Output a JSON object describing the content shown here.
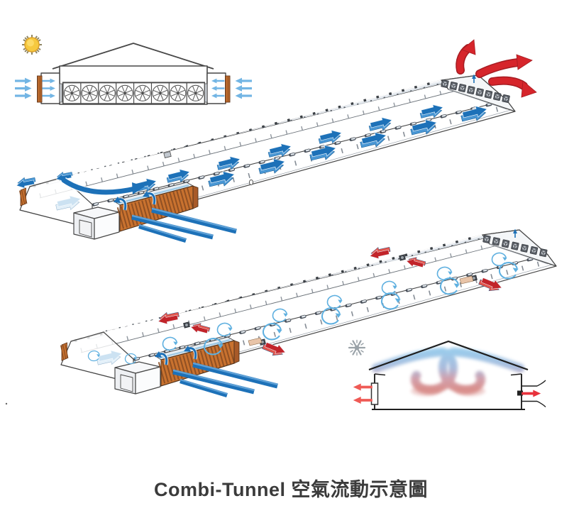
{
  "caption": {
    "text": "Combi-Tunnel 空氣流動示意圖"
  },
  "icons": {
    "season_summer": "sun-icon",
    "season_winter": "snowflake-icon"
  },
  "colors": {
    "airflow_blue": "#1d71b8",
    "airflow_blue_side": "#4a97d4",
    "loop_blue": "#5fb0e0",
    "inset_arrow_blue": "#72b5e4",
    "exhaust_red": "#d6252b",
    "exhaust_red_dark": "#a51c22",
    "winter_arrow_red": "#ef5a55",
    "pad_orange": "#c9722f",
    "pad_stripe_brown": "#8a4d22",
    "outline_gray": "#474747",
    "roof_gray": "#e9edf2",
    "sun_yellow": "#f6c93f",
    "snow_gray": "#9aa2a8",
    "caption_gray": "#3b3b3b"
  },
  "panels": {
    "summer_cross_section": {
      "fan_count": 8
    },
    "tunnel_building": {
      "interior_arrow_count": 13,
      "end_wall_fan_count": 8,
      "exhaust_arrow_count": 3
    },
    "minimum_vent_building": {
      "loop_count": 15,
      "end_wall_fan_count": 7,
      "exhaust_arrow_count": 6
    },
    "winter_cross_section": {
      "left_exhaust_arrow_count": 2,
      "right_exhaust_arrow_count": 1
    }
  }
}
